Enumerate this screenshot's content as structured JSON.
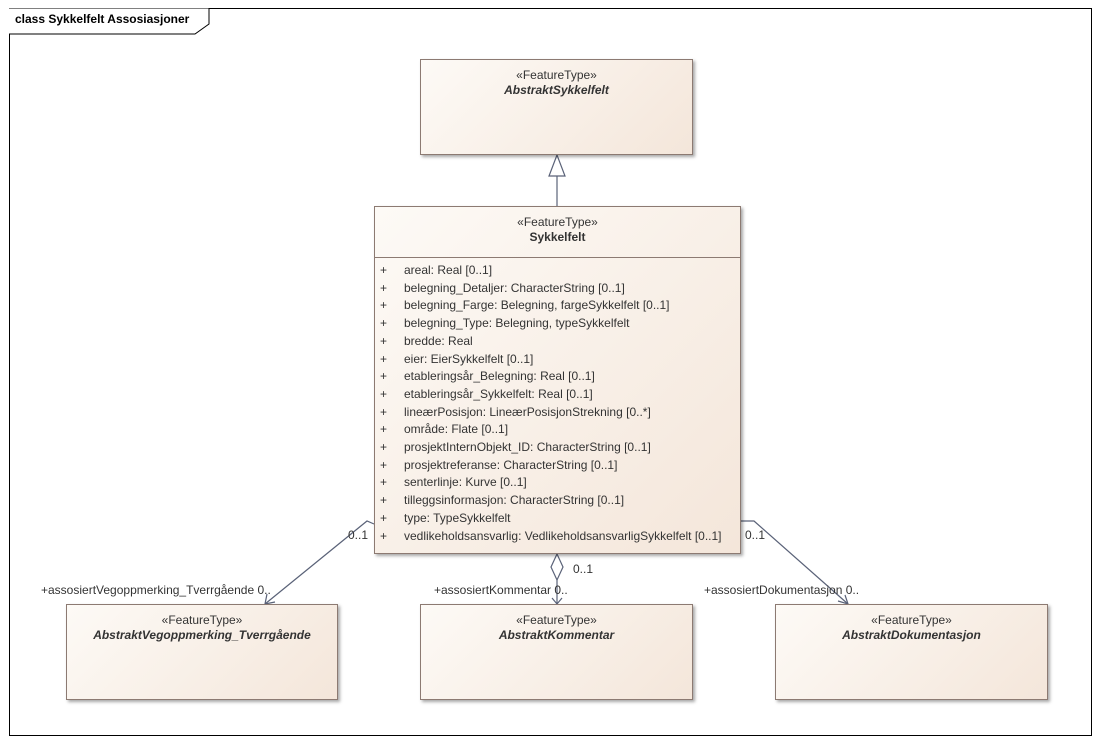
{
  "diagram": {
    "title": "class Sykkelfelt Assosiasjoner"
  },
  "classes": {
    "abstrakt_sykkelfelt": {
      "stereotype": "«FeatureType»",
      "name": "AbstraktSykkelfelt"
    },
    "sykkelfelt": {
      "stereotype": "«FeatureType»",
      "name": "Sykkelfelt",
      "attributes": [
        {
          "vis": "+",
          "text": "areal: Real [0..1]"
        },
        {
          "vis": "+",
          "text": "belegning_Detaljer: CharacterString [0..1]"
        },
        {
          "vis": "+",
          "text": "belegning_Farge: Belegning, fargeSykkelfelt [0..1]"
        },
        {
          "vis": "+",
          "text": "belegning_Type: Belegning, typeSykkelfelt"
        },
        {
          "vis": "+",
          "text": "bredde: Real"
        },
        {
          "vis": "+",
          "text": "eier: EierSykkelfelt [0..1]"
        },
        {
          "vis": "+",
          "text": "etableringsår_Belegning: Real [0..1]"
        },
        {
          "vis": "+",
          "text": "etableringsår_Sykkelfelt: Real [0..1]"
        },
        {
          "vis": "+",
          "text": "lineærPosisjon: LineærPosisjonStrekning [0..*]"
        },
        {
          "vis": "+",
          "text": "område: Flate [0..1]"
        },
        {
          "vis": "+",
          "text": "prosjektInternObjekt_ID: CharacterString [0..1]"
        },
        {
          "vis": "+",
          "text": "prosjektreferanse: CharacterString [0..1]"
        },
        {
          "vis": "+",
          "text": "senterlinje: Kurve [0..1]"
        },
        {
          "vis": "+",
          "text": "tilleggsinformasjon: CharacterString [0..1]"
        },
        {
          "vis": "+",
          "text": "type: TypeSykkelfelt"
        },
        {
          "vis": "+",
          "text": "vedlikeholdsansvarlig: VedlikeholdsansvarligSykkelfelt [0..1]"
        }
      ]
    },
    "abstrakt_vegoppmerking": {
      "stereotype": "«FeatureType»",
      "name": "AbstraktVegoppmerking_Tverrgående"
    },
    "abstrakt_kommentar": {
      "stereotype": "«FeatureType»",
      "name": "AbstraktKommentar"
    },
    "abstrakt_dokumentasjon": {
      "stereotype": "«FeatureType»",
      "name": "AbstraktDokumentasjon"
    }
  },
  "associations": {
    "vegoppmerking": {
      "source_mult": "0..1",
      "role": "+assosiertVegoppmerking_Tverrgående 0.."
    },
    "kommentar": {
      "source_mult": "0..1",
      "role": "+assosiertKommentar 0.."
    },
    "dokumentasjon": {
      "source_mult": "0..1",
      "role": "+assosiertDokumentasjon 0.."
    }
  },
  "colors": {
    "class_fill_light": "#fdfaf6",
    "class_fill_dark": "#f4e6da",
    "class_border": "#8c7a72",
    "edge": "#5a6278"
  }
}
